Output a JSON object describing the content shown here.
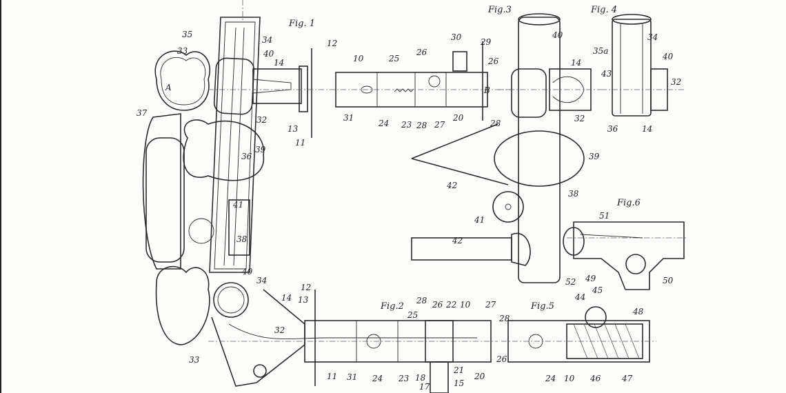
{
  "figures": {
    "fig1": "Fig. 1",
    "fig2": "Fig.2",
    "fig3": "Fig.3",
    "fig4": "Fig. 4",
    "fig5": "Fig.5",
    "fig6": "Fig.6"
  },
  "fig1_labels": [
    "35",
    "34",
    "33",
    "40",
    "14",
    "12",
    "10",
    "25",
    "26",
    "30",
    "29",
    "26",
    "B",
    "A",
    "37",
    "32",
    "13",
    "11",
    "31",
    "24",
    "23",
    "28",
    "27",
    "20",
    "28",
    "36",
    "39",
    "41",
    "38"
  ],
  "fig3_labels": [
    "40",
    "14",
    "32",
    "39",
    "42",
    "38",
    "41",
    "42"
  ],
  "fig4_labels": [
    "34",
    "35a",
    "40",
    "43",
    "32",
    "36",
    "14"
  ],
  "fig6_labels": [
    "51",
    "52",
    "49",
    "50"
  ],
  "fig2_labels": [
    "40",
    "34",
    "14",
    "12",
    "13",
    "32",
    "33",
    "11",
    "31",
    "24",
    "23",
    "18",
    "17",
    "15",
    "21",
    "20",
    "26",
    "25",
    "28",
    "26",
    "22",
    "10",
    "27",
    "28"
  ],
  "fig5_labels": [
    "44",
    "45",
    "48",
    "24",
    "10",
    "46",
    "47"
  ]
}
